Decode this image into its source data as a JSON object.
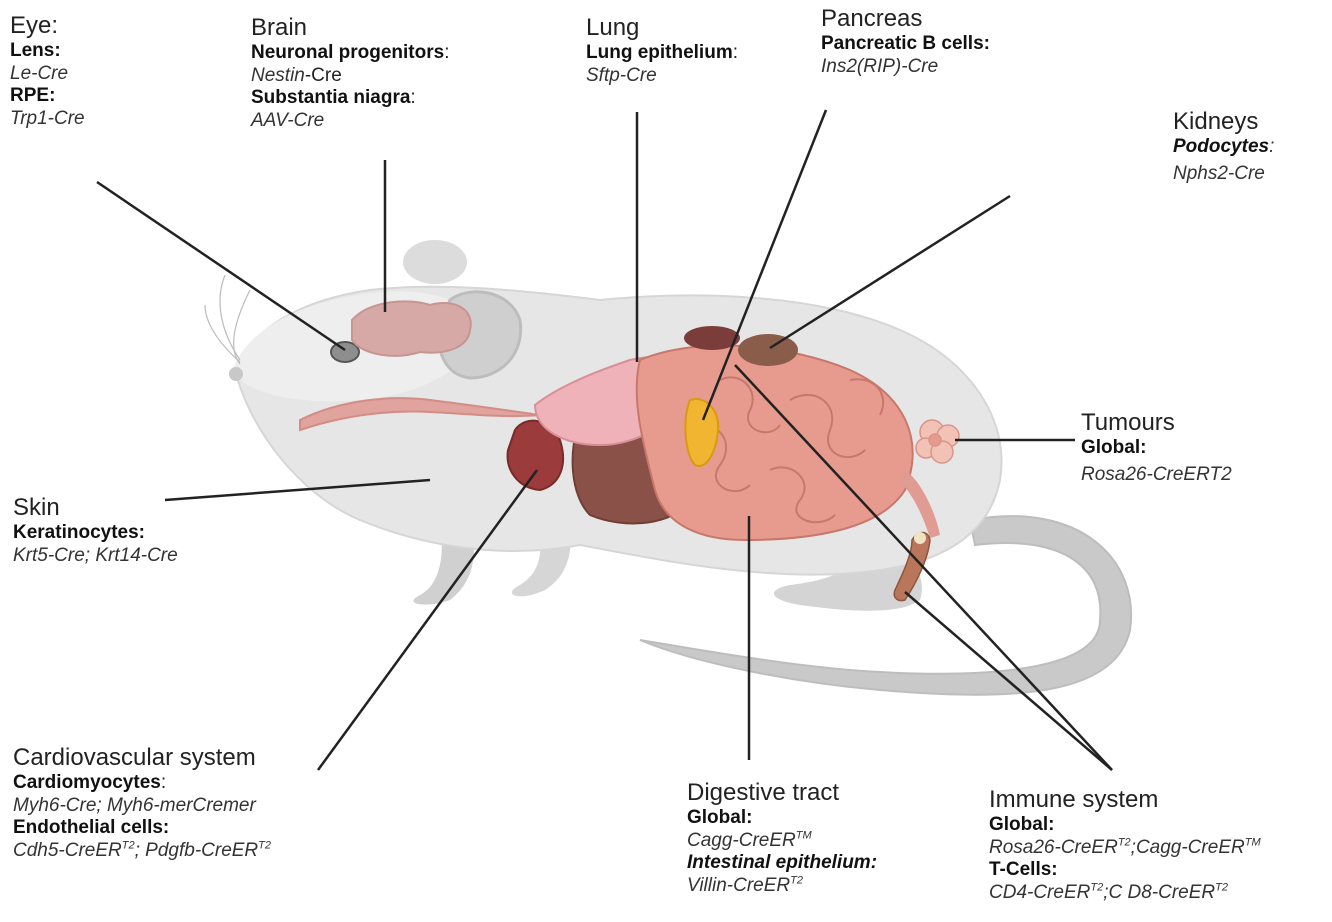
{
  "eye": {
    "title": "Eye:",
    "lens": "Lens:",
    "lens_cre": "Le-Cre",
    "rpe": "RPE:",
    "rpe_cre": "Trp1-Cre"
  },
  "brain": {
    "title": "Brain",
    "np": "Neuronal progenitors",
    "np_colon": ":",
    "np_cre_a": "Nestin",
    "np_cre_b": "-Cre",
    "sn": "Substantia niagra",
    "sn_colon": ":",
    "sn_cre": "AAV-Cre"
  },
  "lung": {
    "title": "Lung",
    "le": "Lung epithelium",
    "le_colon": ":",
    "le_cre": "Sftp-Cre"
  },
  "pancreas": {
    "title": "Pancreas",
    "pb": "Pancreatic B cells:",
    "pb_cre": "Ins2(RIP)-Cre"
  },
  "kidneys": {
    "title": "Kidneys",
    "pod": "Podocytes",
    "pod_colon": ":",
    "pod_cre": "Nphs2-Cre"
  },
  "tumours": {
    "title": "Tumours",
    "global": "Global:",
    "global_cre": "Rosa26-CreERT2"
  },
  "skin": {
    "title": "Skin",
    "ker": "Keratinocytes:",
    "ker_cre": "Krt5-Cre; Krt14-Cre"
  },
  "cardio": {
    "title": "Cardiovascular system",
    "cm": "Cardiomyocytes",
    "cm_colon": ":",
    "cm_cre": "Myh6-Cre; Myh6-merCremer",
    "ec": "Endothelial cells:",
    "ec_a": "Cdh5-CreER",
    "ec_sup1": "T2",
    "ec_b": "; Pdgfb-CreER",
    "ec_sup2": "T2"
  },
  "digestive": {
    "title": "Digestive tract",
    "global": "Global:",
    "global_a": "Cagg-CreER",
    "global_sup": "TM",
    "ie": "Intestinal epithelium:",
    "ie_a": "Villin-CreER",
    "ie_sup": "T2"
  },
  "immune": {
    "title": "Immune system",
    "global": "Global:",
    "g_a": "Rosa26-CreER",
    "g_sup1": "T2",
    "g_b": ";Cagg-CreER",
    "g_sup2": "TM",
    "tcells": "T-Cells:",
    "t_a": "CD4-CreER",
    "t_sup1": "T2",
    "t_b": ";C D8-CreER",
    "t_sup2": "T2"
  }
}
